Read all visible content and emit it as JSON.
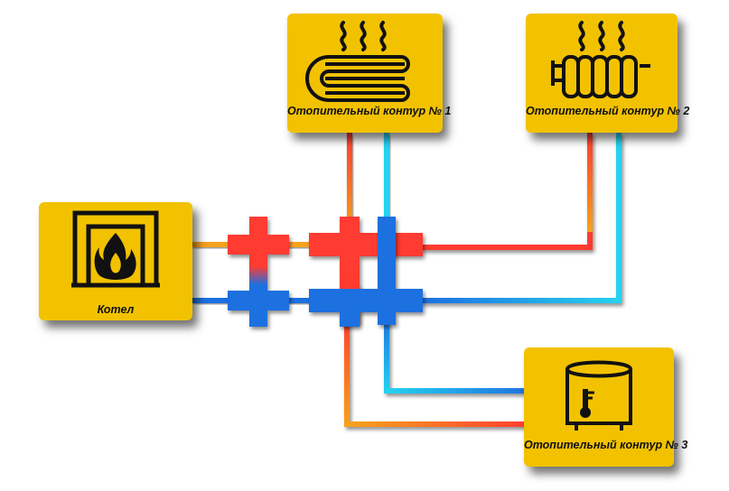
{
  "boiler": {
    "label": "Котел"
  },
  "circuits": [
    {
      "label": "Отопительный контур № 1"
    },
    {
      "label": "Отопительный контур № 2"
    },
    {
      "label": "Отопительный контур № 3"
    }
  ],
  "colors": {
    "card": "#f2c200",
    "hot": "#ff3b30",
    "cold": "#1e6fe0",
    "cyan": "#25d2f0",
    "orange": "#f7a21b"
  }
}
